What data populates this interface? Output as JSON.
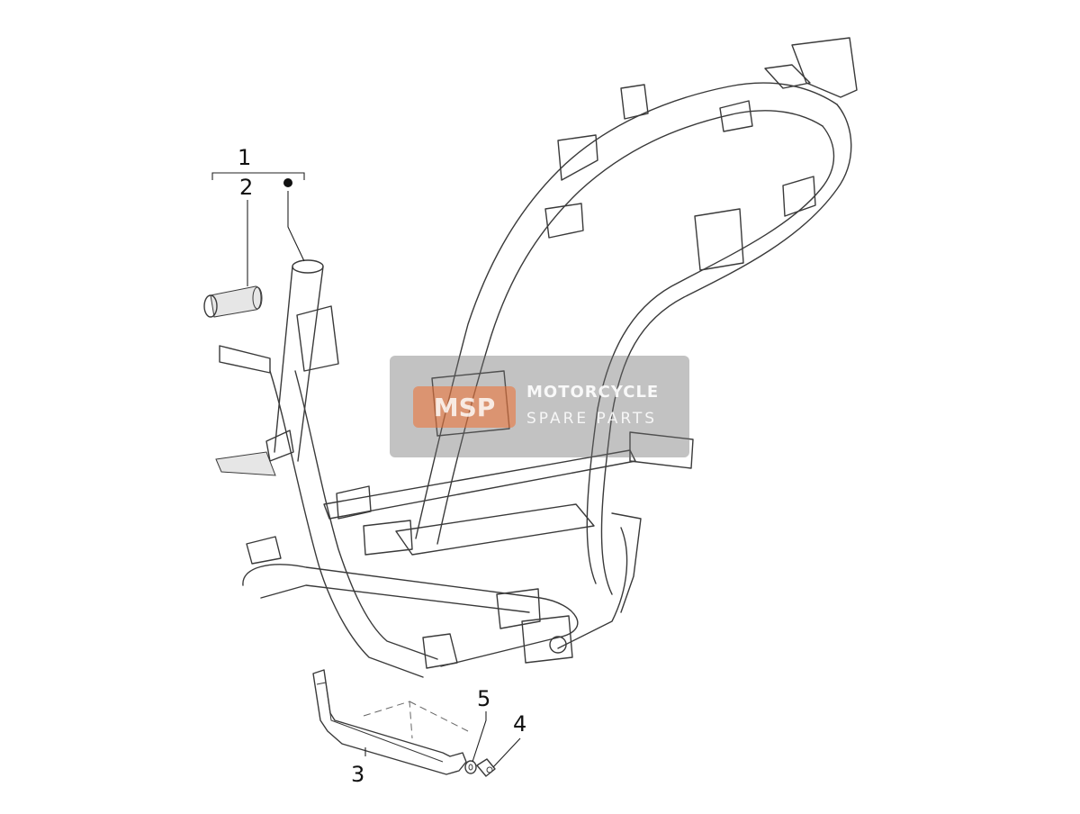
{
  "diagram": {
    "callouts": {
      "c1": "1",
      "c2": "2",
      "c3": "3",
      "c4": "4",
      "c5": "5"
    }
  },
  "watermark": {
    "logo_text": "MSP",
    "line1": "MOTORCYCLE",
    "line2": "SPARE PARTS",
    "accent_color": "#f07030"
  }
}
